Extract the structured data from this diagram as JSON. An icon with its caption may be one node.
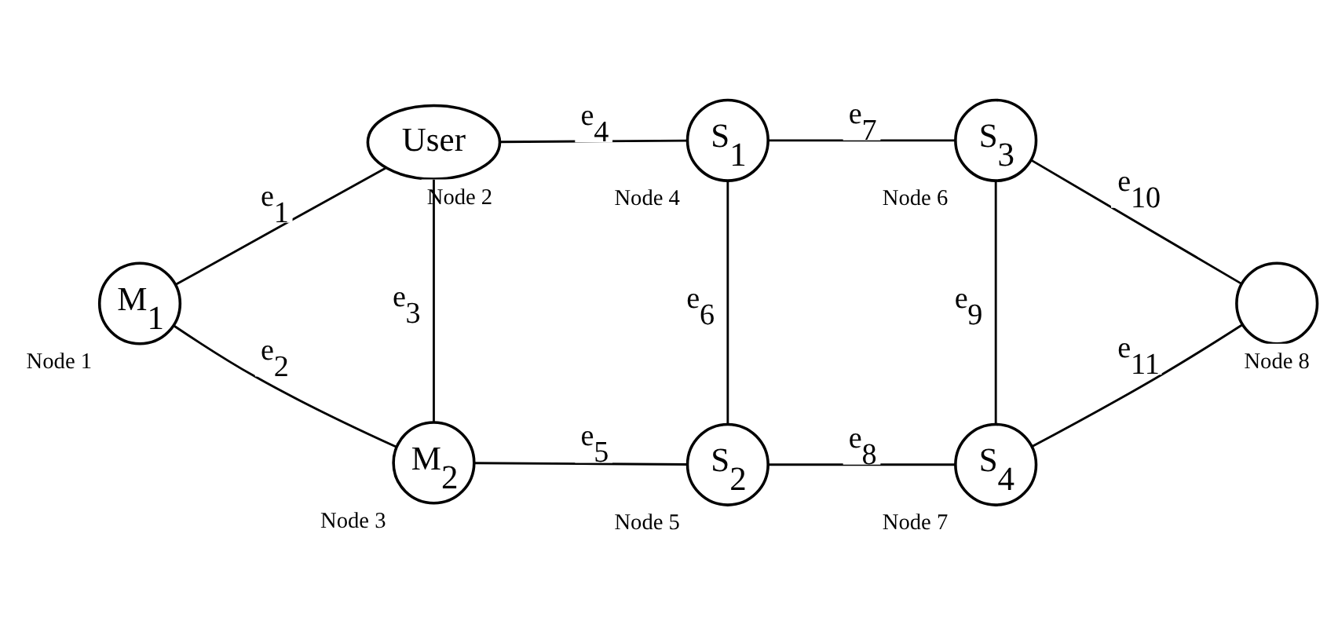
{
  "diagram": {
    "nodes": [
      {
        "text": [
          "M$_{1}$"
        ],
        "beside": [
          "Node 1"
        ]
      },
      {
        "text": [
          "User"
        ],
        "beside": [
          "Node 2"
        ]
      },
      {
        "text": [
          "M$_{2}$"
        ],
        "beside": [
          "Node 3"
        ]
      },
      {
        "text": [
          "S$_{1}$"
        ],
        "beside": [
          "Node 4"
        ]
      },
      {
        "text": [
          "S$_{2}$"
        ],
        "beside": [
          "Node 5"
        ]
      },
      {
        "text": [
          "S$_{3}$"
        ],
        "beside": [
          "Node 6"
        ]
      },
      {
        "text": [
          "S$_{4}$"
        ],
        "beside": [
          "Node 7"
        ]
      },
      {
        "text": [],
        "shape": "circle",
        "beside": [
          "Node 8"
        ]
      }
    ],
    "edges": [
      {
        "from": 0,
        "to": 1,
        "arrow": "none",
        "label": "e$_{1}$"
      },
      {
        "from": 0,
        "to": 2,
        "arrow": "none",
        "label": "e$_{2}$"
      },
      {
        "from": 1,
        "to": 2,
        "arrow": "none",
        "label": "e$_{3}$"
      },
      {
        "from": 1,
        "to": 3,
        "arrow": "none",
        "label": "e$_{4}$"
      },
      {
        "from": 2,
        "to": 4,
        "arrow": "none",
        "label": "e$_{5}$"
      },
      {
        "from": 3,
        "to": 4,
        "arrow": "none",
        "label": "e$_{6}$"
      },
      {
        "from": 3,
        "to": 5,
        "arrow": "none",
        "label": "e$_{7}$"
      },
      {
        "from": 4,
        "to": 6,
        "arrow": "none",
        "label": "e$_{8}$"
      },
      {
        "from": 5,
        "to": 6,
        "arrow": "none",
        "label": "e$_{9}$"
      },
      {
        "from": 5,
        "to": 7,
        "arrow": "none",
        "label": "e$_{10}$"
      },
      {
        "from": 6,
        "to": 7,
        "arrow": "none",
        "label": "e$_{11}$"
      }
    ]
  }
}
